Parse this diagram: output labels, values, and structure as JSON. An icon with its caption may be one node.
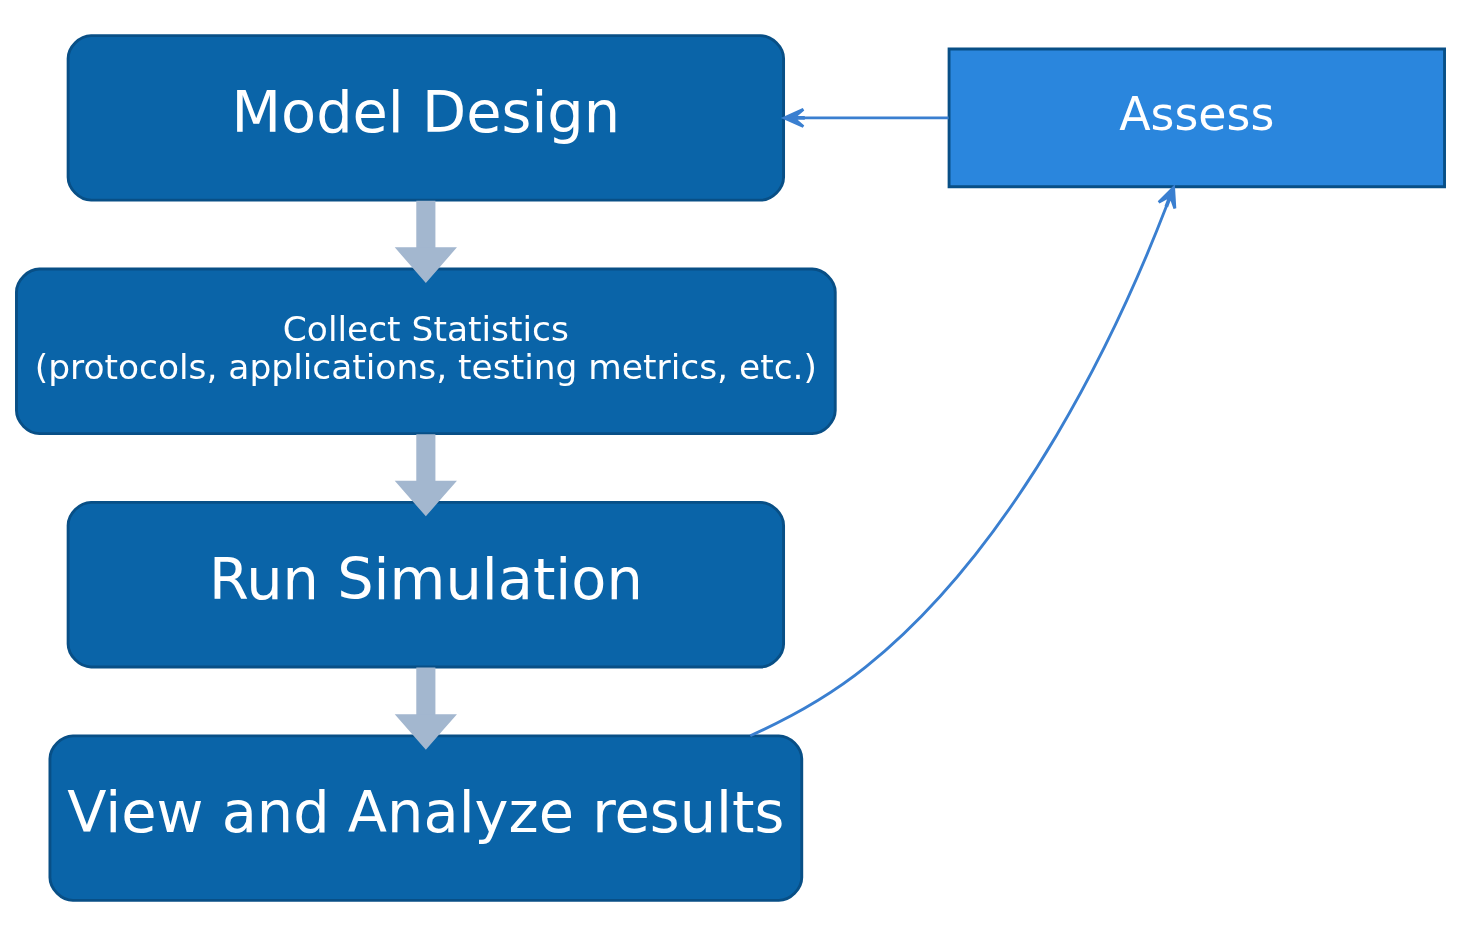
{
  "diagram": {
    "nodes": [
      {
        "text": [
          "Model Design"
        ]
      },
      {
        "text": [
          "Collect Statistics",
          "(protocols, applications, testing metrics, etc.)"
        ]
      },
      {
        "text": [
          "Run Simulation"
        ]
      },
      {
        "text": [
          "View and Analyze results"
        ]
      },
      {
        "text": [
          "Assess"
        ]
      }
    ],
    "edges": [
      {
        "from": 0,
        "to": 1,
        "arrow": "to"
      },
      {
        "from": 1,
        "to": 2,
        "arrow": "to"
      },
      {
        "from": 2,
        "to": 3,
        "arrow": "to"
      },
      {
        "from": 3,
        "to": 4,
        "arrow": "to",
        "color": "#3a7fd0"
      },
      {
        "from": 4,
        "to": 0,
        "arrow": "to",
        "color": "#3a7fd0"
      }
    ]
  }
}
